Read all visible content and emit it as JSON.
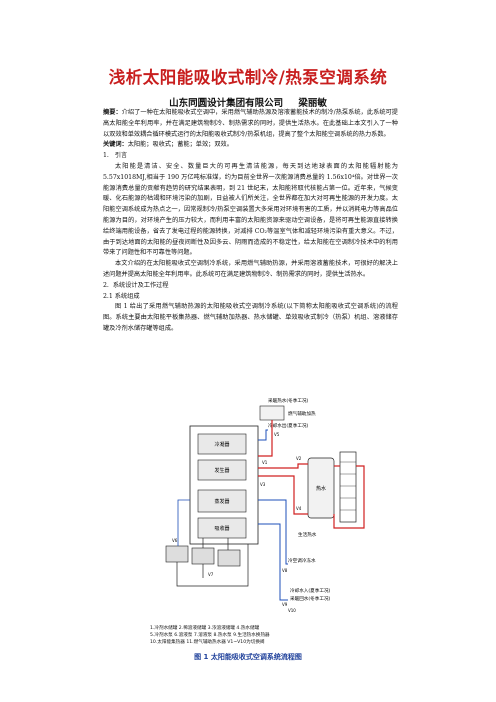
{
  "title": "浅析太阳能吸收式制冷/热泵空调系统",
  "author": {
    "org": "山东同圆设计集团有限公司",
    "name": "梁丽敏"
  },
  "abstract": {
    "label": "摘要：",
    "text": "介绍了一种在太阳能吸收式空调中，采用燃气辅助热源及溶液蓄能技术的制冷/热泵系统，此系统可提高太阳能全年利用率，并在满足建筑物制冷、制热需求的同时，提供生活热水。在此基础上本文引入了一种以双效和单效耦合循环模式运行的太阳能吸收式制冷/热泵机组，提高了整个太阳能空调系统的热力系数。"
  },
  "keywords": {
    "label": "关键词：",
    "text": "太阳能；吸收式；蓄能；单效；双效。"
  },
  "sec1": {
    "num": "1.",
    "title": "引言"
  },
  "p1": "太阳能是清洁、安全、数量巨大的可再生清洁能源，每天到达地球表面的太阳能辐射能为 5.57x1018MJ,相当于 190 万亿吨标准煤，约为目前全世界一次能源消费总量的 1.56x10⁴倍。对世界一次能源消费总量的贡献有趋势的研究结果表明，到 21 世纪末，太阳能将取代核能占第一位。近年来，气候变暖、化石能源的枯竭和环境污染的加剧，日益被人们所关注，全世界都在加大对可再生能源的开发力度。太阳能空调系统成为热点之一，因常规制冷/热泵空调装置大多采用对环境有害的工质，并以消耗电力等高品位能源为目的，对环境产生的压力较大，而利用丰富的太阳能资源来驱动空调设备，是将可再生能源直接转换给终端用能设备，省去了发电过程的能源转换，对减排 CO₂等温室气体和减轻环境污染有重大意义。不过，由于到达地面的太阳能的昼夜间断性及因多云、阴雨而造成的不稳定性，给太阳能在空调制冷技术中的利用带来了问题性和不可靠性等问题。",
  "p2": "本文介绍的在太阳能吸收式空调制冷系统，采用燃气辅助热源，并采用溶液蓄能技术，可很好的解决上述问题并提高太阳能全年利用率。此系统可在满足建筑物制冷、制热需求的同时，提供生活热水。",
  "sec2": {
    "num": "2.",
    "title": "系统设计及工作过程"
  },
  "sec21": "2.1 系统组成",
  "p3": "图 1 给出了采用燃气辅助热源的太阳能吸收式空调制冷系统(以下简称太阳能吸收式空调系统)的流程图。系统主要由太阳能平板集热器、燃气辅助加热器、热水储罐、单效吸收式制冷（热泵）机组、溶液储存罐及冷剂水储存罐等组成。",
  "figure": {
    "labels": {
      "l_hot_in": "采暖热水(冬季工况)",
      "l_cool_out": "冷却水出(夏季工况)",
      "l_gas_tank": "燃气辅助加热",
      "l_cond": "冷凝器",
      "l_gen": "发生器",
      "l_evap": "蒸发器",
      "l_abs": "吸收器",
      "l_sun": "热水",
      "l_hw": "生活热水",
      "l_v1": "V1",
      "l_v2": "V2",
      "l_v3": "V3",
      "l_v4": "V4",
      "l_v5": "V5",
      "l_v6": "V6",
      "l_v7": "V7",
      "l_v8": "V8",
      "l_v9": "V9",
      "l_v10": "V10",
      "l_cold": "冷空调冷冻水",
      "l_cool_in": "冷却水入(夏季工况)",
      "l_hot_back": "采暖回水(冬季工况)"
    },
    "legend": [
      "1.冷剂水储罐 2.稀溶液储罐 3.浓溶液储罐 4.热水储罐",
      "5.冷剂水泵 6.溶液泵 7.溶液泵 8.热水泵 9.生活热水换热器",
      "10.太阳能集热器 11.燃气辅助热水器 V1~V10为切换阀"
    ],
    "caption": "图 1  太阳能吸收式空调系统流程图"
  }
}
